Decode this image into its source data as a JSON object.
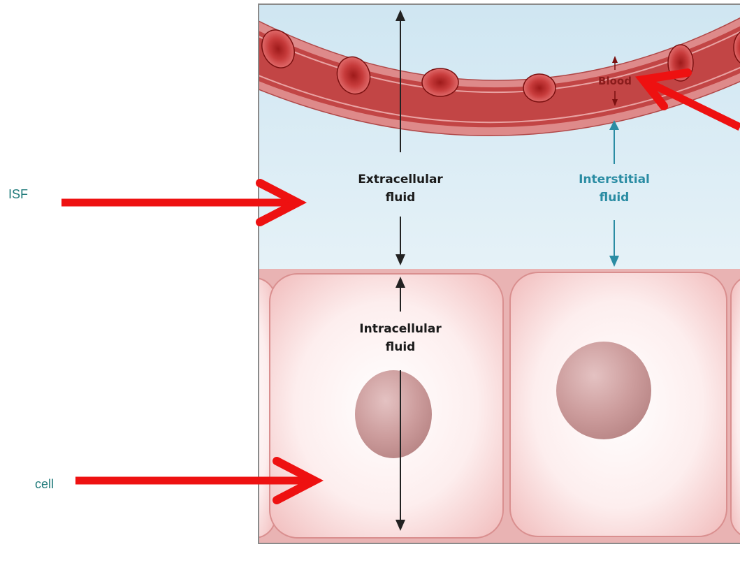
{
  "annotations": {
    "isf": "ISF",
    "cell": "cell"
  },
  "diagram": {
    "blood": "Blood",
    "extracellular_line1": "Extracellular",
    "extracellular_line2": "fluid",
    "interstitial_line1": "Interstitial",
    "interstitial_line2": "fluid",
    "intracellular_line1": "Intracellular",
    "intracellular_line2": "fluid"
  },
  "colors": {
    "arrow": "#ee1111",
    "teal_label": "#1f7a7a",
    "interstitial_text": "#2a8ca3",
    "blood_vessel": "#c85a5a",
    "blood_label": "#8a1c1c",
    "fluid_bg": "#dcecf4",
    "cell_fill": "#fbe3e3"
  }
}
